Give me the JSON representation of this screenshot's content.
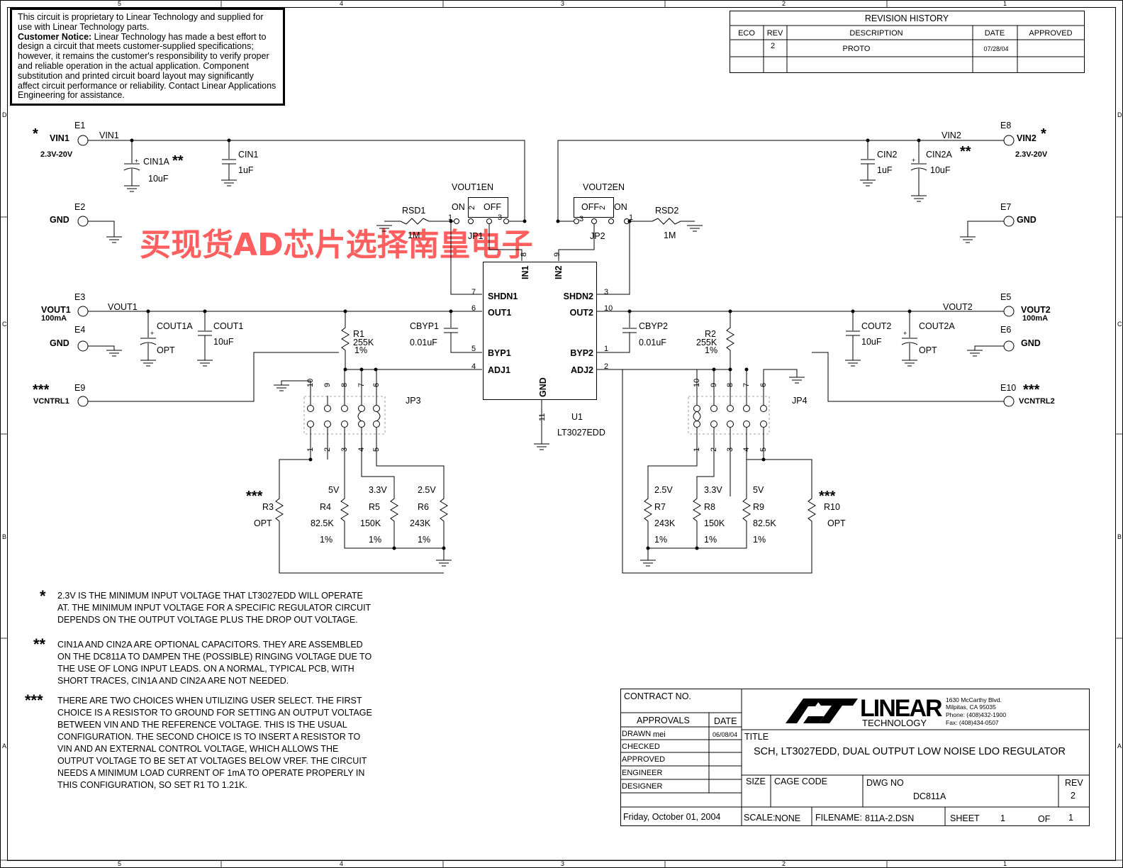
{
  "notice": {
    "line1": "This circuit is proprietary to Linear Technology and supplied for use with Linear Technology parts.",
    "bold": "Customer Notice:",
    "body": " Linear Technology has made a best effort to design a circuit that meets customer-supplied specifications; however, it remains the customer's responsibility to verify proper and reliable operation in the actual application. Component substitution and printed circuit board layout may significantly affect circuit performance or reliability. Contact Linear Applications Engineering for assistance."
  },
  "revision": {
    "title": "REVISION HISTORY",
    "headers": [
      "ECO",
      "REV",
      "DESCRIPTION",
      "DATE",
      "APPROVED"
    ],
    "row": {
      "eco": "",
      "rev": "2",
      "description": "PROTO",
      "date": "07/28/04",
      "approved": ""
    }
  },
  "frame": {
    "top_cols": [
      "5",
      "4",
      "3",
      "2",
      "1"
    ],
    "side_rows": [
      "D",
      "C",
      "B",
      "A"
    ]
  },
  "watermark": "买现货AD芯片选择南皇电子",
  "terminals": {
    "E1": "E1",
    "E2": "E2",
    "E3": "E3",
    "E4": "E4",
    "E5": "E5",
    "E6": "E6",
    "E7": "E7",
    "E8": "E8",
    "E9": "E9",
    "E10": "E10",
    "vin1": "VIN1",
    "vin1_range": "2.3V-20V",
    "vin2": "VIN2",
    "vin2_range": "2.3V-20V",
    "gnd": "GND",
    "vout1": "VOUT1",
    "vout1_cur": "100mA",
    "vout2": "VOUT2",
    "vout2_cur": "100mA",
    "vcntrl1": "VCNTRL1",
    "vcntrl2": "VCNTRL2"
  },
  "nets": {
    "vin1": "VIN1",
    "vin2": "VIN2",
    "vout1": "VOUT1",
    "vout2": "VOUT2",
    "vout1en": "VOUT1EN",
    "vout2en": "VOUT2EN"
  },
  "marks": {
    "one": "*",
    "two": "**",
    "three": "***"
  },
  "components": {
    "cin1a": "CIN1A",
    "cin1a_val": "10uF",
    "cin1": "CIN1",
    "cin1_val": "1uF",
    "cin2": "CIN2",
    "cin2_val": "1uF",
    "cin2a": "CIN2A",
    "cin2a_val": "10uF",
    "cout1a": "COUT1A",
    "cout1a_val": "OPT",
    "cout1": "COUT1",
    "cout1_val": "10uF",
    "cout2": "COUT2",
    "cout2_val": "10uF",
    "cout2a": "COUT2A",
    "cout2a_val": "OPT",
    "cbyp1": "CBYP1",
    "cbyp1_val": "0.01uF",
    "cbyp2": "CBYP2",
    "cbyp2_val": "0.01uF",
    "r1": "R1",
    "r1_val": "255K",
    "r1_tol": "1%",
    "r2": "R2",
    "r2_val": "255K",
    "r2_tol": "1%",
    "rsd1": "RSD1",
    "rsd1_val": "1M",
    "rsd2": "RSD2",
    "rsd2_val": "1M",
    "jp1": "JP1",
    "jp2": "JP2",
    "jp3": "JP3",
    "jp4": "JP4",
    "on": "ON",
    "off": "OFF",
    "u1": "U1",
    "u1_part": "LT3027EDD"
  },
  "ic_pins": {
    "shdn1": "SHDN1",
    "out1": "OUT1",
    "byp1": "BYP1",
    "adj1": "ADJ1",
    "shdn2": "SHDN2",
    "out2": "OUT2",
    "byp2": "BYP2",
    "adj2": "ADJ2",
    "in1": "IN1",
    "in2": "IN2",
    "gnd": "GND"
  },
  "pin_numbers": {
    "p1": "1",
    "p2": "2",
    "p3": "3",
    "p4": "4",
    "p5": "5",
    "p6": "6",
    "p7": "7",
    "p8": "8",
    "p9": "9",
    "p10": "10",
    "p11": "11"
  },
  "resistors_left": [
    {
      "ref": "R3",
      "val": "OPT",
      "volt": "",
      "tol": ""
    },
    {
      "ref": "R4",
      "val": "82.5K",
      "volt": "5V",
      "tol": "1%"
    },
    {
      "ref": "R5",
      "val": "150K",
      "volt": "3.3V",
      "tol": "1%"
    },
    {
      "ref": "R6",
      "val": "243K",
      "volt": "2.5V",
      "tol": "1%"
    }
  ],
  "resistors_right": [
    {
      "ref": "R7",
      "val": "243K",
      "volt": "2.5V",
      "tol": "1%"
    },
    {
      "ref": "R8",
      "val": "150K",
      "volt": "3.3V",
      "tol": "1%"
    },
    {
      "ref": "R9",
      "val": "82.5K",
      "volt": "5V",
      "tol": "1%"
    },
    {
      "ref": "R10",
      "val": "OPT",
      "volt": "",
      "tol": ""
    }
  ],
  "notes": {
    "n1": [
      "2.3V IS THE MINIMUM INPUT VOLTAGE THAT LT3027EDD WILL OPERATE",
      "AT. THE MINIMUM INPUT VOLTAGE FOR A SPECIFIC REGULATOR CIRCUIT",
      "DEPENDS ON THE OUTPUT VOLTAGE PLUS THE DROP OUT VOLTAGE."
    ],
    "n2": [
      "CIN1A AND CIN2A ARE OPTIONAL CAPACITORS.  THEY ARE ASSEMBLED",
      "ON THE DC811A TO DAMPEN THE (POSSIBLE) RINGING VOLTAGE DUE TO",
      "THE USE OF LONG INPUT LEADS.  ON A NORMAL, TYPICAL PCB, WITH",
      "SHORT TRACES, CIN1A AND CIN2A ARE NOT NEEDED."
    ],
    "n3": [
      "THERE ARE TWO CHOICES WHEN UTILIZING USER SELECT. THE FIRST",
      "CHOICE IS A RESISTOR TO GROUND FOR SETTING AN OUTPUT VOLTAGE",
      "BETWEEN VIN AND THE REFERENCE VOLTAGE. THIS IS THE USUAL",
      "CONFIGURATION. THE SECOND CHOICE IS TO INSERT A RESISTOR TO",
      "VIN AND AN EXTERNAL CONTROL VOLTAGE, WHICH ALLOWS THE",
      "OUTPUT VOLTAGE TO BE SET AT VOLTAGES BELOW VREF. THE CIRCUIT",
      "NEEDS A MINIMUM LOAD CURRENT OF 1mA TO OPERATE PROPERLY IN",
      "THIS CONFIGURATION, SO SET R1 TO 1.21K."
    ]
  },
  "title_block": {
    "contract": "CONTRACT NO.",
    "approvals": "APPROVALS",
    "date_hdr": "DATE",
    "drawn": "DRAWN",
    "drawn_by": "mei",
    "drawn_date": "06/08/04",
    "checked": "CHECKED",
    "approved": "APPROVED",
    "engineer": "ENGINEER",
    "designer": "DESIGNER",
    "date": "Friday, October 01, 2004",
    "company": "LINEAR",
    "company_sub": "TECHNOLOGY",
    "address": [
      "1630 McCarthy Blvd.",
      "Milpitas, CA 95035",
      "Phone: (408)432-1900",
      "Fax: (408)434-0507"
    ],
    "title_label": "TITLE",
    "title": "SCH, LT3027EDD, DUAL OUTPUT LOW NOISE LDO REGULATOR",
    "size": "SIZE",
    "cage": "CAGE CODE",
    "dwg_label": "DWG NO",
    "dwg": "DC811A",
    "rev_label": "REV",
    "rev": "2",
    "scale_label": "SCALE:",
    "scale": "NONE",
    "filename_label": "FILENAME:",
    "filename": "811A-2.DSN",
    "sheet_label": "SHEET",
    "sheet": "1",
    "of_label": "OF",
    "of": "1"
  }
}
